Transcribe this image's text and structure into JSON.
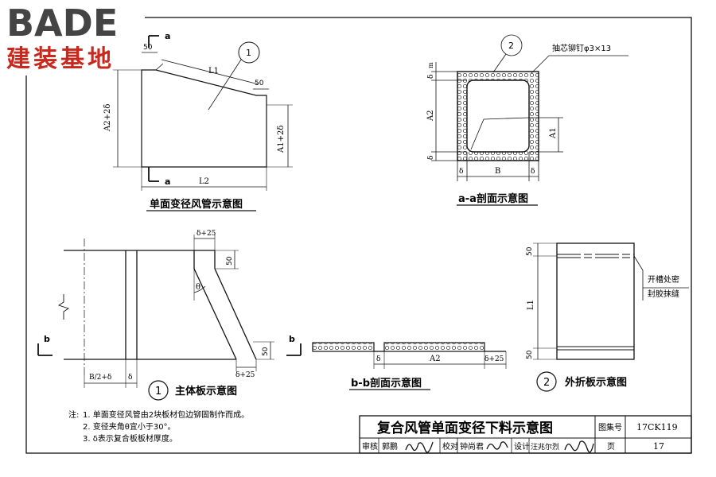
{
  "logo": {
    "brand": "BADE",
    "tagline": "建装基地"
  },
  "drawings": {
    "top_left": {
      "caption": "单面变径风管示意图",
      "section_mark_top": "a",
      "section_mark_bottom": "a",
      "dim_top": "50",
      "dim_right": "50",
      "dim_slope": "L1",
      "dim_bottom": "L2",
      "dim_left_height": "A2+2δ",
      "dim_right_height": "A1+2δ",
      "balloon": "1"
    },
    "top_right": {
      "caption": "a-a剖面示意图",
      "balloon": "2",
      "rivet_label": "抽芯铆钉φ3×13",
      "dim_m": "m",
      "dim_delta_top": "δ",
      "dim_a2": "A2",
      "dim_delta_bottom": "δ",
      "dim_a1": "A1",
      "dim_bottom_left": "δ",
      "dim_bottom_mid": "B",
      "dim_bottom_right": "δ"
    },
    "main_panel": {
      "caption": "主体板示意图",
      "number": "1",
      "dim_top": "δ+25",
      "dim_top_side": "50",
      "dim_angle": "θ",
      "dim_bottom_side": "50",
      "dim_bottom_right": "δ+25",
      "dim_bottom_left": "B/2+δ",
      "dim_bottom_delta": "δ",
      "section_mark": "b"
    },
    "bb_section": {
      "caption": "b-b剖面示意图",
      "section_mark": "b",
      "dim_delta": "δ",
      "dim_a2": "A2",
      "dim_right": "δ+25"
    },
    "outer_panel": {
      "caption": "外折板示意图",
      "number": "2",
      "dim_top": "50",
      "dim_mid": "L1",
      "dim_bottom": "50",
      "note_line1": "开槽处密",
      "note_line2": "封胶抹缝"
    }
  },
  "notes": {
    "label": "注:",
    "items": [
      "1.  单面变径风管由2块板材包边铆固制作而成。",
      "2.  变径夹角θ宜小于30°。",
      "3.  δ表示复合板板材厚度。"
    ]
  },
  "title_block": {
    "title": "复合风管单面变径下料示意图",
    "atlas_label": "图集号",
    "atlas_value": "17CK119",
    "review_label": "审核",
    "review_name": "郭鹏",
    "check_label": "校对",
    "check_name": "钟尚君",
    "design_label": "设计",
    "design_name": "汪兆尔烈",
    "page_label": "页",
    "page_value": "17"
  }
}
